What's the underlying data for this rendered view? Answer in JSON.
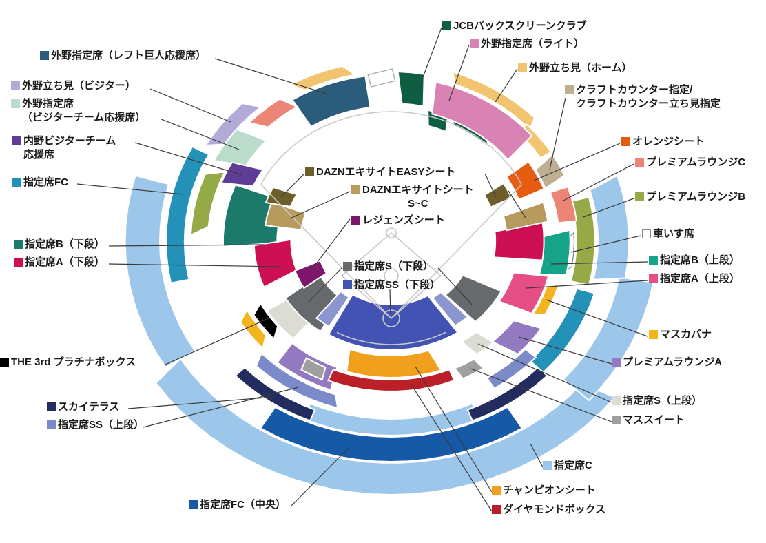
{
  "legend": {
    "items": [
      {
        "id": "jcb",
        "label": "JCBバックスクリーンクラブ",
        "color": "#0e5e41"
      },
      {
        "id": "rightfield",
        "label": "外野指定席（ライト）",
        "color": "#d983b4"
      },
      {
        "id": "standing-home",
        "label": "外野立ち見（ホーム）",
        "color": "#f2c46f"
      },
      {
        "id": "craft",
        "label": "クラフトカウンター指定/\nクラフトカウンター立ち見指定",
        "color": "#beae92"
      },
      {
        "id": "orange",
        "label": "オレンジシート",
        "color": "#e65c10"
      },
      {
        "id": "lounge-c",
        "label": "プレミアムラウンジC",
        "color": "#ed8577"
      },
      {
        "id": "lounge-b",
        "label": "プレミアムラウンジB",
        "color": "#94aa47"
      },
      {
        "id": "wheelchair",
        "label": "車いす席",
        "color": "#ffffff"
      },
      {
        "id": "b-upper",
        "label": "指定席B（上段）",
        "color": "#17a28a"
      },
      {
        "id": "a-upper",
        "label": "指定席A（上段）",
        "color": "#e64e86"
      },
      {
        "id": "cabana",
        "label": "マスカバナ",
        "color": "#f2b51d"
      },
      {
        "id": "lounge-a",
        "label": "プレミアムラウンジA",
        "color": "#9379bf"
      },
      {
        "id": "s-upper",
        "label": "指定席S（上段）",
        "color": "#dcdcd2"
      },
      {
        "id": "suite",
        "label": "マススイート",
        "color": "#9f9f9f"
      },
      {
        "id": "c",
        "label": "指定席C",
        "color": "#9cc6ea"
      },
      {
        "id": "champion",
        "label": "チャンピオンシート",
        "color": "#f0a01d"
      },
      {
        "id": "diamond",
        "label": "ダイヤモンドボックス",
        "color": "#bb1f28"
      },
      {
        "id": "leftfield",
        "label": "外野指定席（レフト巨人応援席）",
        "color": "#2c5c7c"
      },
      {
        "id": "standing-visitor",
        "label": "外野立ち見（ビジター）",
        "color": "#b4aad8"
      },
      {
        "id": "visitor-outfield",
        "label": "外野指定席\n（ビジターチーム応援席）",
        "color": "#bcdccb"
      },
      {
        "id": "infield-visitor",
        "label": "内野ビジターチーム\n応援席",
        "color": "#5f3d96"
      },
      {
        "id": "fc",
        "label": "指定席FC",
        "color": "#2491b8"
      },
      {
        "id": "b-lower",
        "label": "指定席B（下段）",
        "color": "#1b7a6a"
      },
      {
        "id": "a-lower",
        "label": "指定席A（下段）",
        "color": "#cc1053"
      },
      {
        "id": "the3rd",
        "label": "THE 3rd プラチナボックス",
        "color": "#000000"
      },
      {
        "id": "skyterrace",
        "label": "スカイテラス",
        "color": "#232c5e"
      },
      {
        "id": "ss-upper",
        "label": "指定席SS（上段）",
        "color": "#7b8bc9"
      },
      {
        "id": "fc-chuo",
        "label": "指定席FC（中央）",
        "color": "#1659a6"
      },
      {
        "id": "dazn-easy",
        "label": "DAZNエキサイトEASYシート",
        "color": "#6e5e2b"
      },
      {
        "id": "dazn-sc",
        "label": "DAZNエキサイトシート\nS~C",
        "color": "#b79a5e"
      },
      {
        "id": "legends",
        "label": "レジェンズシート",
        "color": "#7c176b"
      },
      {
        "id": "s-lower",
        "label": "指定席S（下段）",
        "color": "#666a6c"
      },
      {
        "id": "ss-lower",
        "label": "指定席SS（下段）",
        "color": "#4253b4"
      }
    ]
  },
  "colors": {
    "background": "#ffffff",
    "leader": "#3a3a3a",
    "field_line": "#c9c9c9",
    "ss_flank": "#8b96d0",
    "wheelchair_border": "#8a8a8a"
  }
}
